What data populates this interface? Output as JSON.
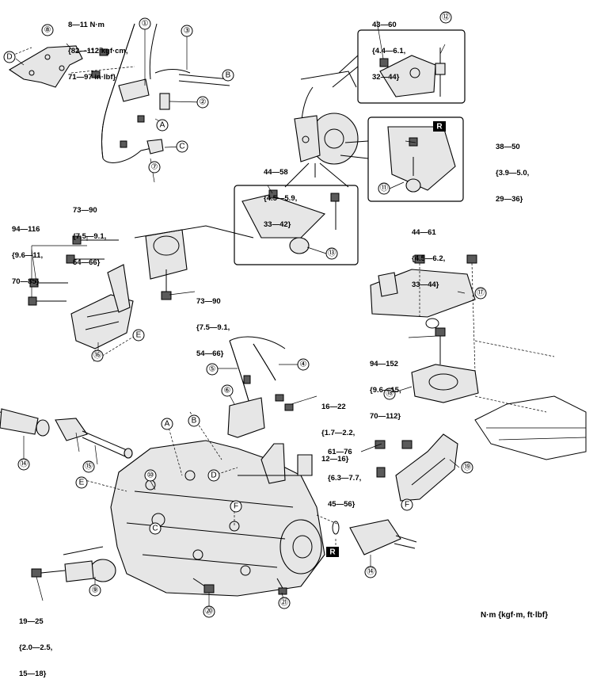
{
  "torque_specs": {
    "t1": [
      "8—11 N·m",
      "{82—112 kgf·cm,",
      "71—97 in·lbf}"
    ],
    "t2": [
      "43—60",
      "{4.4—6.1,",
      "32—44}"
    ],
    "t3": [
      "38—50",
      "{3.9—5.0,",
      "29—36}"
    ],
    "t4": [
      "44—58",
      "{4.5—5.9,",
      "33—42}"
    ],
    "t5": [
      "73—90",
      "{7.5—9.1,",
      "54—66}"
    ],
    "t6": [
      "94—116",
      "{9.6—11,",
      "70—85}"
    ],
    "t7": [
      "44—61",
      "{4.5—6.2,",
      "33—44}"
    ],
    "t8": [
      "73—90",
      "{7.5—9.1,",
      "54—66}"
    ],
    "t9": [
      "94—152",
      "{9.6—15,",
      "70—112}"
    ],
    "t10": [
      "16—22",
      "{1.7—2.2,",
      "12—16}"
    ],
    "t11": [
      "61—76",
      "{6.3—7.7,",
      "45—56}"
    ],
    "t12": [
      "19—25",
      "{2.0—2.5,",
      "15—18}"
    ]
  },
  "unit_note": "N·m {kgf·m, ft·lbf}",
  "callouts": {
    "c1": "①",
    "c2": "②",
    "c3": "③",
    "c4": "④",
    "c5": "⑤",
    "c6": "⑥",
    "c7": "⑦",
    "c8": "⑧",
    "c9": "⑨",
    "c10": "⑩",
    "c11": "⑪",
    "c12": "⑫",
    "c13": "⑬",
    "c14a": "⑭",
    "c14b": "⑭",
    "c15": "⑮",
    "c16": "⑯",
    "c17": "⑰",
    "c18": "⑱",
    "c19": "⑲",
    "c20": "⑳",
    "c21": "㉑"
  },
  "letters": {
    "A1": "A",
    "A2": "A",
    "B1": "B",
    "B2": "B",
    "C1": "C",
    "C2": "C",
    "D1": "D",
    "D2": "D",
    "E1": "E",
    "E2": "E",
    "F1": "F",
    "F2": "F"
  },
  "replace_marks": {
    "r1": "R",
    "r2": "R"
  }
}
